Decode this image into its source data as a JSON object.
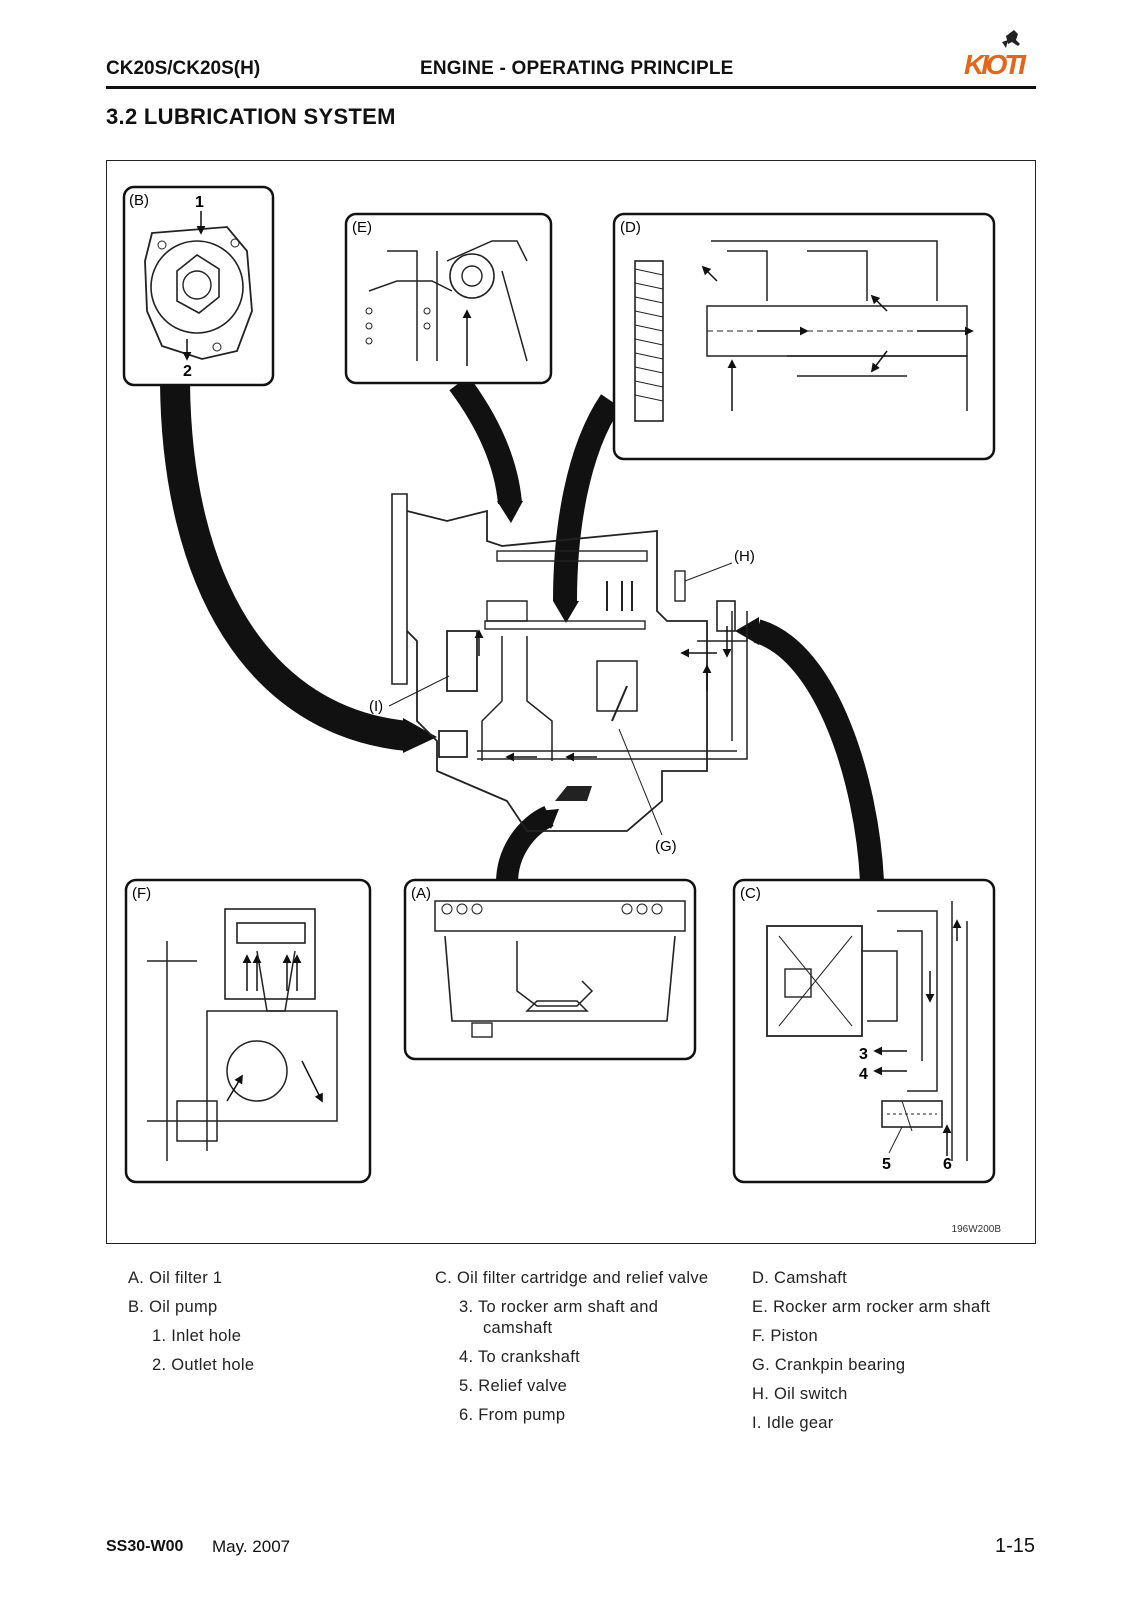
{
  "header": {
    "model": "CK20S/CK20S(H)",
    "title": "ENGINE - OPERATING PRINCIPLE",
    "logo_text": "KIOTI",
    "brand_color": "#e2661b"
  },
  "section": {
    "title": "3.2  LUBRICATION SYSTEM"
  },
  "figure": {
    "panel_labels": {
      "a": "(A)",
      "b": "(B)",
      "c": "(C)",
      "d": "(D)",
      "e": "(E)",
      "f": "(F)"
    },
    "callouts": {
      "g": "(G)",
      "h": "(H)",
      "i": "(I)"
    },
    "numbers": {
      "n1": "1",
      "n2": "2",
      "n3": "3",
      "n4": "4",
      "n5": "5",
      "n6": "6"
    },
    "code": "196W200B"
  },
  "legend": {
    "col1": {
      "a": "A. Oil filter 1",
      "b": "B. Oil pump",
      "b1": "1. Inlet hole",
      "b2": "2. Outlet hole"
    },
    "col2": {
      "c": "C. Oil filter cartridge and relief valve",
      "c3": "3. To rocker arm shaft and camshaft",
      "c4": "4. To crankshaft",
      "c5": "5. Relief valve",
      "c6": "6. From pump"
    },
    "col3": {
      "d": "D. Camshaft",
      "e": "E. Rocker arm rocker arm shaft",
      "f": "F. Piston",
      "g": "G. Crankpin bearing",
      "h": "H. Oil switch",
      "i": "I. Idle gear"
    }
  },
  "footer": {
    "code": "SS30-W00",
    "date": "May. 2007",
    "page": "1-15"
  }
}
